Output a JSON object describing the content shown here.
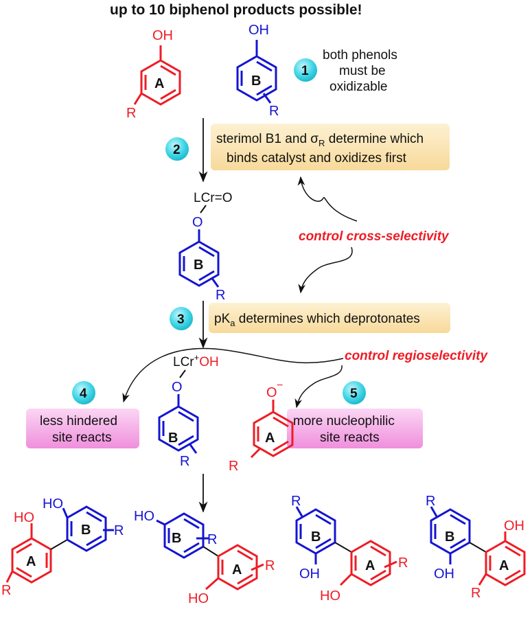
{
  "title": "up to 10 biphenol products possible!",
  "colors": {
    "phenol_a": "#ee1c25",
    "phenol_b": "#1414d2",
    "annotation": "#ee1c25",
    "step_circle": "#3fd6e6",
    "yellow_box": "#fbe7b6",
    "pink_box": "#f4a6e4"
  },
  "labels": {
    "oh": "OH",
    "ho": "HO",
    "r": "R",
    "ring_a": "A",
    "ring_b": "B",
    "o": "O",
    "o_minus": "O",
    "minus": "−",
    "lcr_o": "LCr=O",
    "lcr": "LCr",
    "plus": "+",
    "lcr_oh_oh": "OH"
  },
  "steps": [
    {
      "number": "1",
      "lines": [
        "both phenols",
        "must be",
        "oxidizable"
      ]
    },
    {
      "number": "2",
      "lines_pre": "sterimol B1 and ",
      "sigma": "σ",
      "sigma_sub": "R",
      "lines_post": " determine which",
      "line2": "binds catalyst and oxidizes first"
    },
    {
      "number": "3",
      "pka": "pK",
      "pka_sub": "a",
      "rest": " determines which deprotonates"
    },
    {
      "number": "4",
      "lines": [
        "less hindered",
        "site reacts"
      ]
    },
    {
      "number": "5",
      "lines": [
        "more nucleophilic",
        "site reacts"
      ]
    }
  ],
  "annotations": {
    "cross": "control cross-selectivity",
    "regio": "control regioselectivity"
  }
}
